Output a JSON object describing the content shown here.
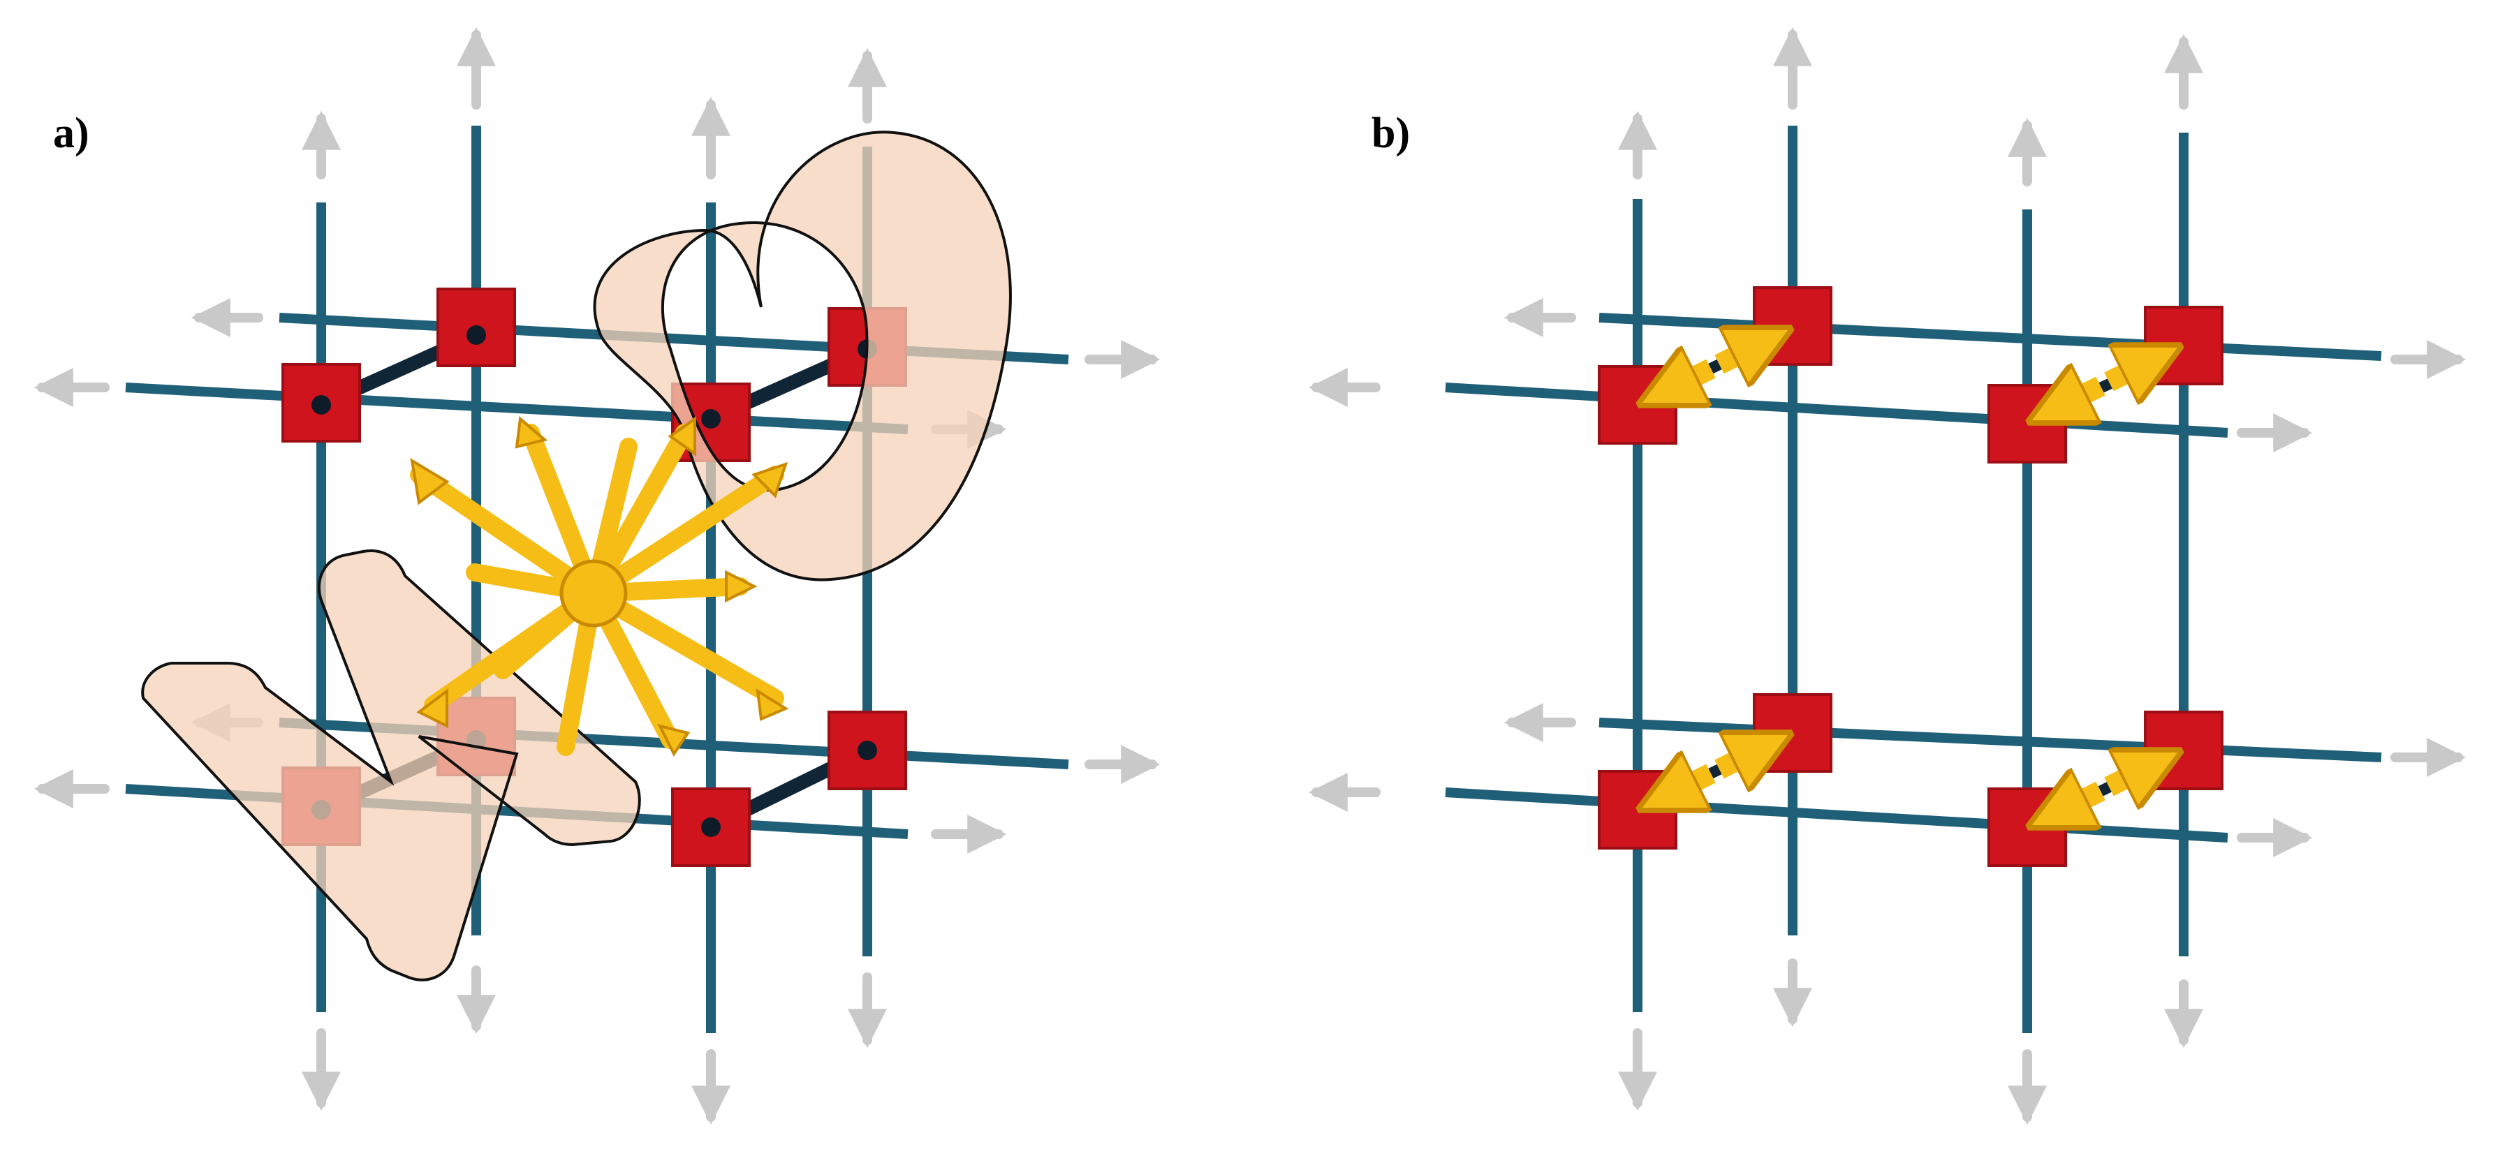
{
  "figure": {
    "panels": [
      {
        "id": "a",
        "label": "a)"
      },
      {
        "id": "b",
        "label": "b)"
      }
    ]
  },
  "colors": {
    "rod": "#1f5f78",
    "node": "#d0141e",
    "node_edge": "#9a0e14",
    "bond": "#102636",
    "spin": "#f6bd16",
    "spin_shade": "#c98a00",
    "outline_fill": "#f6d3b8",
    "outward_arrow": "#c9c9c9",
    "label": "#000000"
  },
  "icons": {
    "outward_arrow": "grey-arrow-icon",
    "spin_arrow": "yellow-spin-arrow-icon",
    "node": "red-square-node-icon"
  }
}
